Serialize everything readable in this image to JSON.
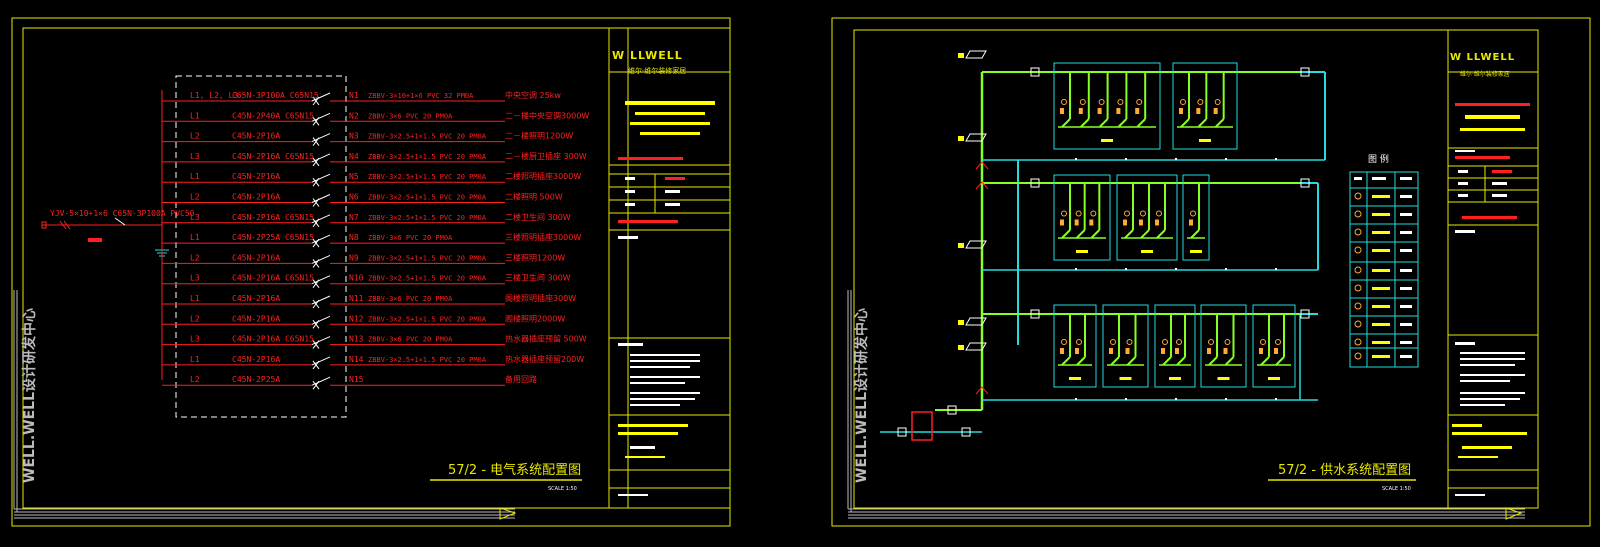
{
  "sheets": [
    {
      "id": "electrical",
      "side_label": "WELL.WELL设计研发中心",
      "logo": "W LLWELL",
      "company": "维尔·维尔装修家居",
      "title": "57/2 - 电气系统配置图",
      "scale": "SCALE 1:50",
      "main_feed": "YJV-5×10+1×6  C65N-3P100A PVC50",
      "circuits": [
        {
          "phase": "L1, L2, L3",
          "breaker": "C65N-3P100A  C65N15",
          "id": "N1",
          "cable": "ZBBV-3×10+1×6 PVC  32 PM0A",
          "load": "中央空调 25kw"
        },
        {
          "phase": "L1",
          "breaker": "C45N-2P40A  C65N15",
          "id": "N2",
          "cable": "ZBBV-3×6    PVC  20 PM0A",
          "load": "二－楼中央空调3000W"
        },
        {
          "phase": "L2",
          "breaker": "C45N-2P16A",
          "id": "N3",
          "cable": "ZBBV-3×2.5+1×1.5  PVC  20 PM0A",
          "load": "二－楼照明1200W"
        },
        {
          "phase": "L3",
          "breaker": "C45N-2P16A  C65N15",
          "id": "N4",
          "cable": "ZBBV-3×2.5+1×1.5  PVC  20 PM0A",
          "load": "二－楼厨卫插座 300W"
        },
        {
          "phase": "L1",
          "breaker": "C45N-2P16A",
          "id": "N5",
          "cable": "ZBBV-3×2.5+1×1.5     PVC  20 PM0A",
          "load": "二楼照明插座3000W"
        },
        {
          "phase": "L2",
          "breaker": "C45N-2P16A",
          "id": "N6",
          "cable": "ZBBV-3×2.5+1×1.5  PVC  20 PM0A",
          "load": "二楼照明     500W"
        },
        {
          "phase": "L3",
          "breaker": "C45N-2P16A  C65N15",
          "id": "N7",
          "cable": "ZBBV-3×2.5+1×1.5  PVC  20 PM0A",
          "load": "二楼卫生间  300W"
        },
        {
          "phase": "L1",
          "breaker": "C45N-2P25A  C65N15",
          "id": "N8",
          "cable": "ZBBV-3×6        PVC  20 PM0A",
          "load": "三楼照明插座3000W"
        },
        {
          "phase": "L2",
          "breaker": "C45N-2P16A",
          "id": "N9",
          "cable": "ZBBV-3×2.5+1×1.5  PVC  20 PM0A",
          "load": "三楼照明1200W"
        },
        {
          "phase": "L3",
          "breaker": "C45N-2P16A  C65N15",
          "id": "N10",
          "cable": "ZBBV-3×2.5+1×1.5  PVC  20 PM0A",
          "load": "三楼卫生间  300W"
        },
        {
          "phase": "L1",
          "breaker": "C45N-2P16A",
          "id": "N11",
          "cable": "ZBBV-3×6        PVC  20 PM0A",
          "load": "阁楼照明插座300W"
        },
        {
          "phase": "L2",
          "breaker": "C45N-2P16A",
          "id": "N12",
          "cable": "ZBBV-3×2.5+1×1.5  PVC  20 PM0A",
          "load": "阁楼照明2000W"
        },
        {
          "phase": "L3",
          "breaker": "C45N-2P16A  C65N15",
          "id": "N13",
          "cable": "ZBBV-3×6        PVC  20 PM0A",
          "load": "热水器插座预留 500W"
        },
        {
          "phase": "L1",
          "breaker": "C45N-2P16A",
          "id": "N14",
          "cable": "ZBBV-3×2.5+1×1.5  PVC  20 PM0A",
          "load": "热水器插座预留200W"
        },
        {
          "phase": "L2",
          "breaker": "C45N-2P25A",
          "id": "N15",
          "cable": "",
          "load": "备用回路"
        }
      ]
    },
    {
      "id": "water",
      "side_label": "WELL.WELL设计研发中心",
      "logo": "W LLWELL",
      "company": "维尔·维尔装修家居",
      "title": "57/2 - 供水系统配置图",
      "scale": "SCALE 1:50",
      "legend_title": "图  例"
    }
  ],
  "colors": {
    "frame": "#e8e800",
    "red": "#ff2020",
    "green": "#88ff22",
    "cyan": "#22dddd",
    "white": "#ffffff",
    "yellow": "#ffff00"
  }
}
